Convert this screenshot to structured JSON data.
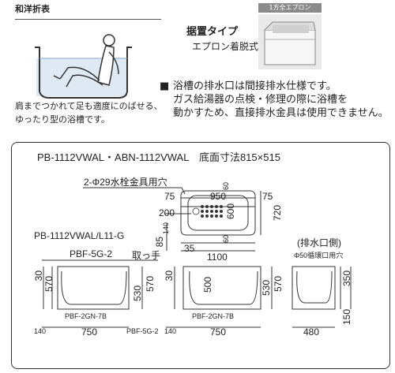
{
  "section_title": "和洋折表",
  "bath_description": [
    "肩までつかれて足も適度にのばせる、",
    "ゆったり型の浴槽です。"
  ],
  "install_type": {
    "badge": "1方全エプロン",
    "title": "据置タイプ",
    "subtitle": "エプロン着脱式"
  },
  "note": {
    "marker": "■",
    "lines": [
      "浴槽の排水口は間接排水仕様です。",
      "ガス給湯器の点検・修理の際に浴槽を",
      "動かすため、直接排水金具は使用できません。"
    ]
  },
  "drawing": {
    "header": "PB-1112VWAL・ABN-1112VWAL　底面寸法815×515",
    "faucet_hole": "2-Φ29水栓金具用穴",
    "model2": "PB-1112VWAL/L11-G",
    "parts": {
      "pbf5g2_top": "PBF-5G-2",
      "handle": "取っ手",
      "pbf2gn7b_left": "PBF-2GN-7B",
      "pbf5g2_bottom": "PBF-5G-2",
      "pbf2gn7b_mid": "PBF-2GN-7B"
    },
    "drain_side": "(排水口側)",
    "drain_hole": "Φ50循環口用穴",
    "dims": {
      "d75a": "75",
      "d950": "950",
      "d75b": "75",
      "d200": "200",
      "d600": "600",
      "d720": "720",
      "d60a": "60",
      "d60b": "60",
      "d140a": "140",
      "d85": "85",
      "d35": "35",
      "d1100": "1100",
      "d30a": "30",
      "d570a": "570",
      "d530a": "530",
      "d570b": "570",
      "d500": "500",
      "d30b": "30",
      "d350": "350",
      "d150": "150",
      "d140b": "140",
      "d750a": "750",
      "d140c": "140",
      "d750b": "750",
      "d480": "480"
    }
  }
}
